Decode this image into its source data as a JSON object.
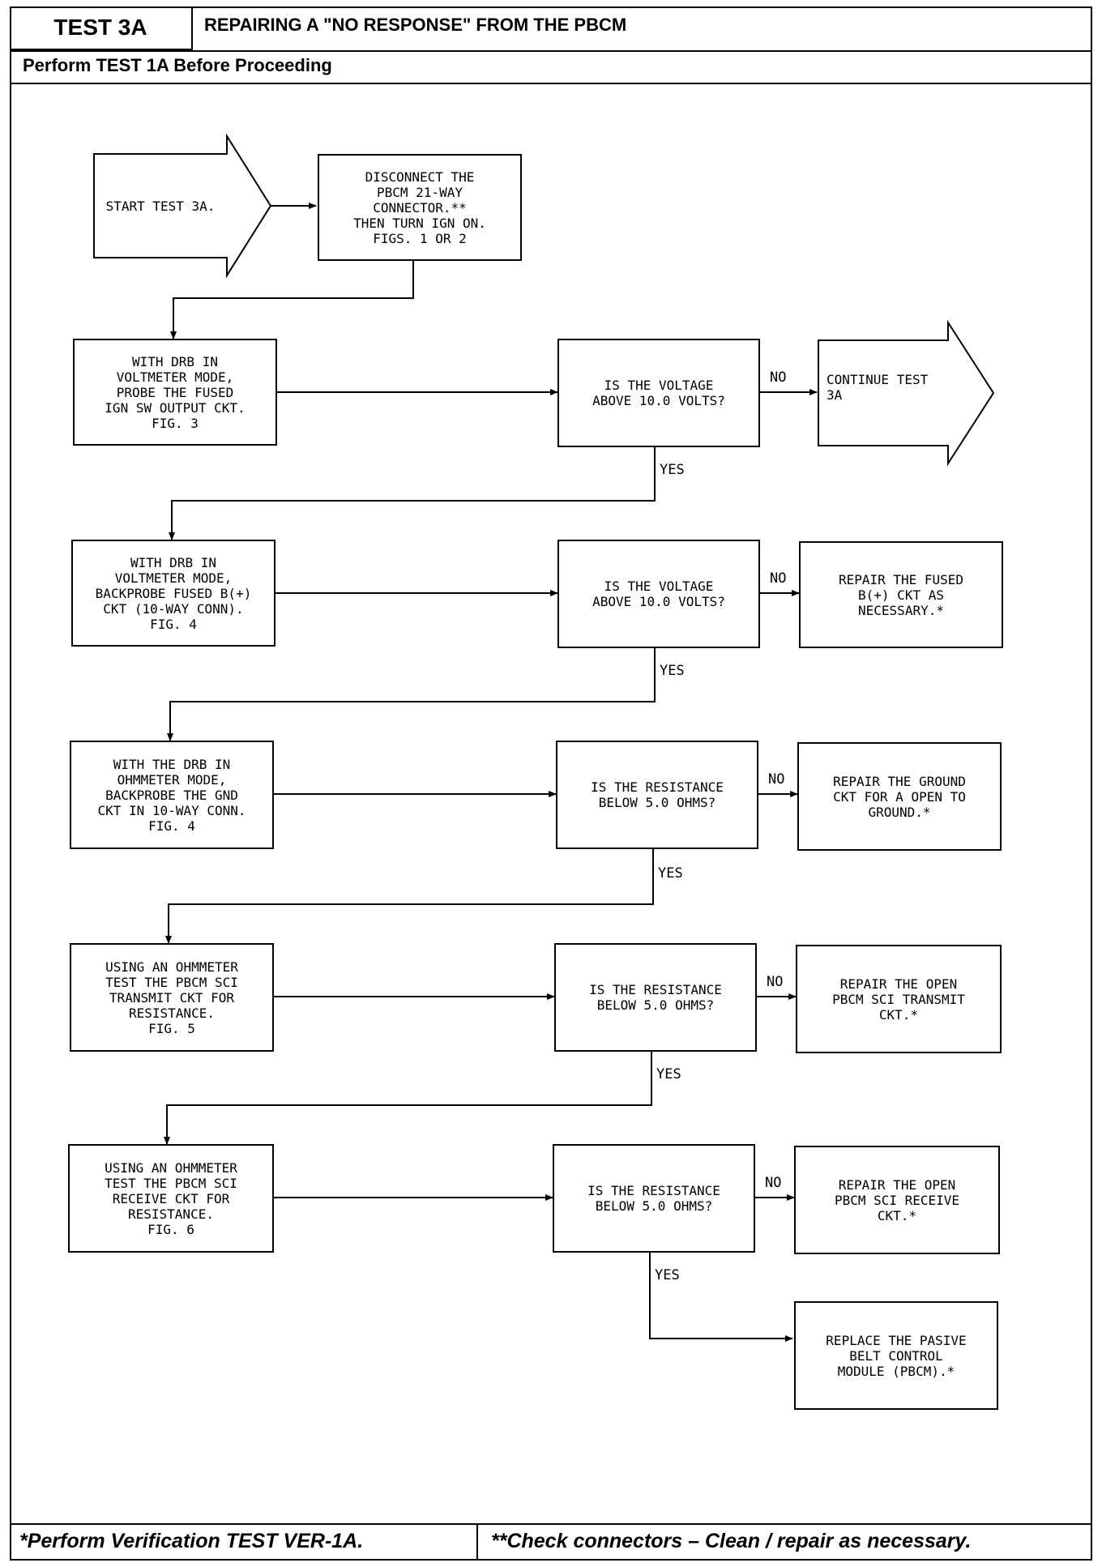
{
  "header": {
    "test_id": "TEST 3A",
    "title": "REPAIRING A \"NO RESPONSE\" FROM THE PBCM",
    "prerequisite": "Perform TEST 1A Before Proceeding"
  },
  "footer": {
    "note_left": "*Perform Verification TEST VER-1A.",
    "note_right": "**Check connectors – Clean / repair as necessary."
  },
  "flow": {
    "start": "START TEST 3A.",
    "disconnect": "DISCONNECT THE\nPBCM 21-WAY\nCONNECTOR.**\nTHEN TURN IGN ON.\nFIGS. 1 OR 2",
    "step1": "WITH DRB IN\nVOLTMETER MODE,\nPROBE THE FUSED\nIGN SW OUTPUT CKT.\nFIG. 3",
    "q1": "IS THE VOLTAGE\nABOVE 10.0 VOLTS?",
    "continue": "CONTINUE TEST\n3A",
    "step2": "WITH DRB IN\nVOLTMETER MODE,\nBACKPROBE FUSED B(+)\nCKT (10-WAY CONN).\nFIG. 4",
    "q2": "IS THE VOLTAGE\nABOVE 10.0 VOLTS?",
    "r2": "REPAIR THE FUSED\nB(+) CKT AS\nNECESSARY.*",
    "step3": "WITH THE DRB IN\nOHMMETER MODE,\nBACKPROBE THE GND\nCKT IN 10-WAY CONN.\nFIG. 4",
    "q3": "IS THE RESISTANCE\nBELOW 5.0 OHMS?",
    "r3": "REPAIR THE GROUND\nCKT FOR A OPEN TO\nGROUND.*",
    "step4": "USING AN OHMMETER\nTEST THE PBCM SCI\nTRANSMIT CKT FOR\nRESISTANCE.\nFIG. 5",
    "q4": "IS THE RESISTANCE\nBELOW 5.0 OHMS?",
    "r4": "REPAIR THE OPEN\nPBCM SCI TRANSMIT\nCKT.*",
    "step5": "USING AN OHMMETER\nTEST THE PBCM SCI\nRECEIVE CKT FOR\nRESISTANCE.\nFIG. 6",
    "q5": "IS THE RESISTANCE\nBELOW 5.0 OHMS?",
    "r5": "REPAIR THE OPEN\nPBCM SCI RECEIVE\nCKT.*",
    "final": "REPLACE THE PASIVE\nBELT CONTROL\nMODULE (PBCM).*",
    "yes_label": "YES",
    "no_label": "NO"
  }
}
